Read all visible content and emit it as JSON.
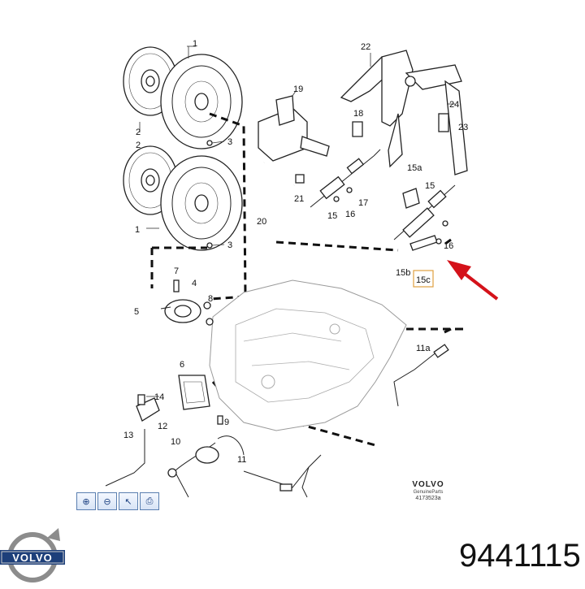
{
  "diagram": {
    "callouts": {
      "c1a": "1",
      "c2": "2",
      "c3a": "3",
      "c2b": "2",
      "c1b": "1",
      "c3b": "3",
      "c19": "19",
      "c22": "22",
      "c18": "18",
      "c24": "24",
      "c23": "23",
      "c21": "21",
      "c17": "17",
      "c20": "20",
      "c15": "15",
      "c16a": "16",
      "c15a": "15a",
      "c15r": "15",
      "c16b": "16",
      "c15b": "15b",
      "c15c": "15c",
      "c7": "7",
      "c5": "5",
      "c4": "4",
      "c8": "8",
      "c11a": "11a",
      "c6": "6",
      "c14": "14",
      "c12": "12",
      "c13": "13",
      "c9": "9",
      "c10": "10",
      "c11": "11"
    },
    "highlight_color": "#d4121a"
  },
  "branding": {
    "name": "VOLVO",
    "sub": "GenuineParts",
    "code": "4173523a"
  },
  "toolbar": {
    "buttons": [
      {
        "icon": "zoom-in-icon",
        "glyph": "⊕"
      },
      {
        "icon": "zoom-out-icon",
        "glyph": "⊖"
      },
      {
        "icon": "pointer-icon",
        "glyph": "↖"
      },
      {
        "icon": "print-icon",
        "glyph": "⎙"
      }
    ]
  },
  "logo": {
    "text": "VOLVO",
    "color": "#1d3f7a",
    "ring_color": "#8c8c8c"
  },
  "part_number": "9441115"
}
